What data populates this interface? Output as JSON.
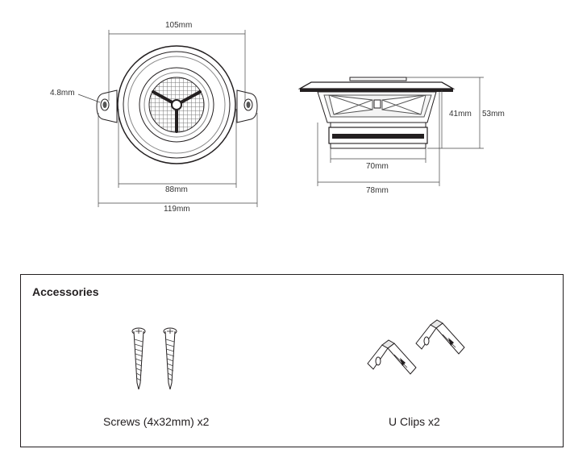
{
  "front_view": {
    "dim_top": "105mm",
    "dim_hole": "4.8mm",
    "dim_inner": "88mm",
    "dim_outer": "119mm"
  },
  "side_view": {
    "dim_inner_height": "41mm",
    "dim_total_height": "53mm",
    "dim_magnet": "70mm",
    "dim_width": "78mm"
  },
  "accessories": {
    "title": "Accessories",
    "items": [
      {
        "label": "Screws (4x32mm) x2",
        "icon": "screw-icon"
      },
      {
        "label": "U Clips x2",
        "icon": "u-clip-icon"
      }
    ]
  }
}
